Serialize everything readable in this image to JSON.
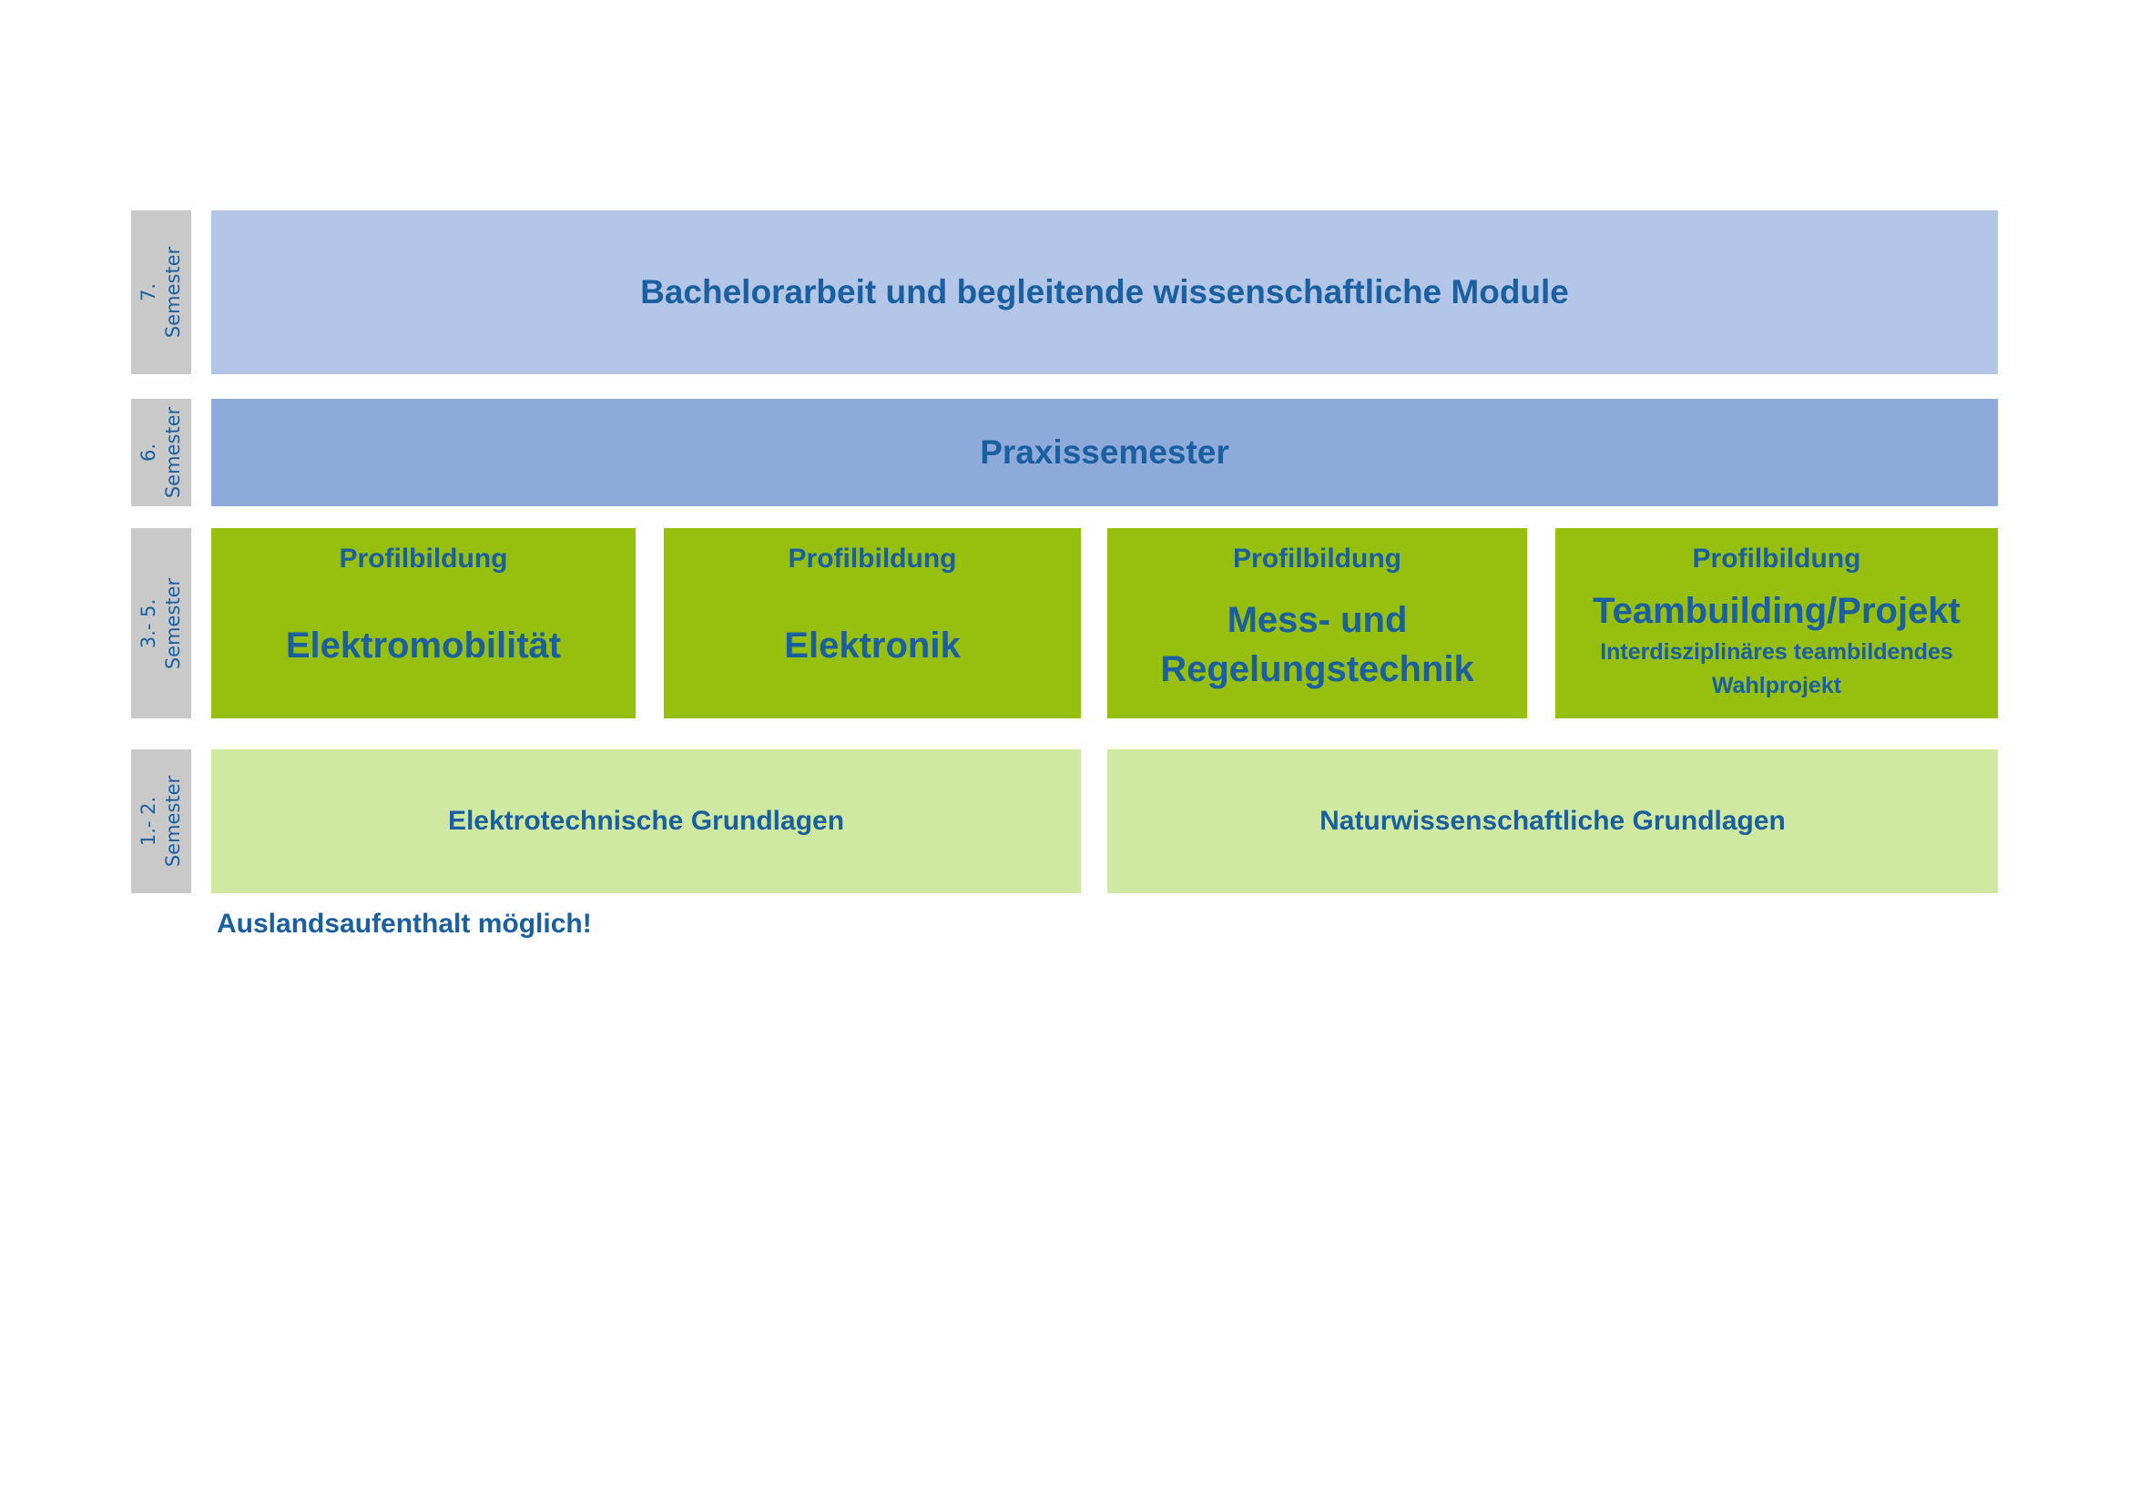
{
  "semesters": {
    "s7": [
      "7.",
      "Semester"
    ],
    "s6": [
      "6.",
      "Semester"
    ],
    "s35": [
      "3.- 5.",
      "Semester"
    ],
    "s12": [
      "1.- 2.",
      "Semester"
    ]
  },
  "row7": {
    "title": "Bachelorarbeit und begleitende wissenschaftliche Module"
  },
  "row6": {
    "title": "Praxissemester"
  },
  "profiles": [
    {
      "head": "Profilbildung",
      "main": "Elektromobilität"
    },
    {
      "head": "Profilbildung",
      "main": "Elektronik"
    },
    {
      "head": "Profilbildung",
      "main_line1": "Mess- und",
      "main_line2": "Regelungstechnik"
    },
    {
      "head": "Profilbildung",
      "main": "Teambuilding/Projekt",
      "sub_line1": "Interdisziplinäres teambildendes",
      "sub_line2": "Wahlprojekt"
    }
  ],
  "basics": [
    {
      "title": "Elektrotechnische Grundlagen"
    },
    {
      "title": "Naturwissenschaftliche Grundlagen"
    }
  ],
  "note": "Auslandsaufenthalt möglich!",
  "colors": {
    "text": "#1a5fa0",
    "semester_bar": "#c9c9c9",
    "row7": "#b4c6e7",
    "row6": "#8eaadb",
    "profile": "#97bf0d",
    "basic": "#d0e9a0"
  }
}
